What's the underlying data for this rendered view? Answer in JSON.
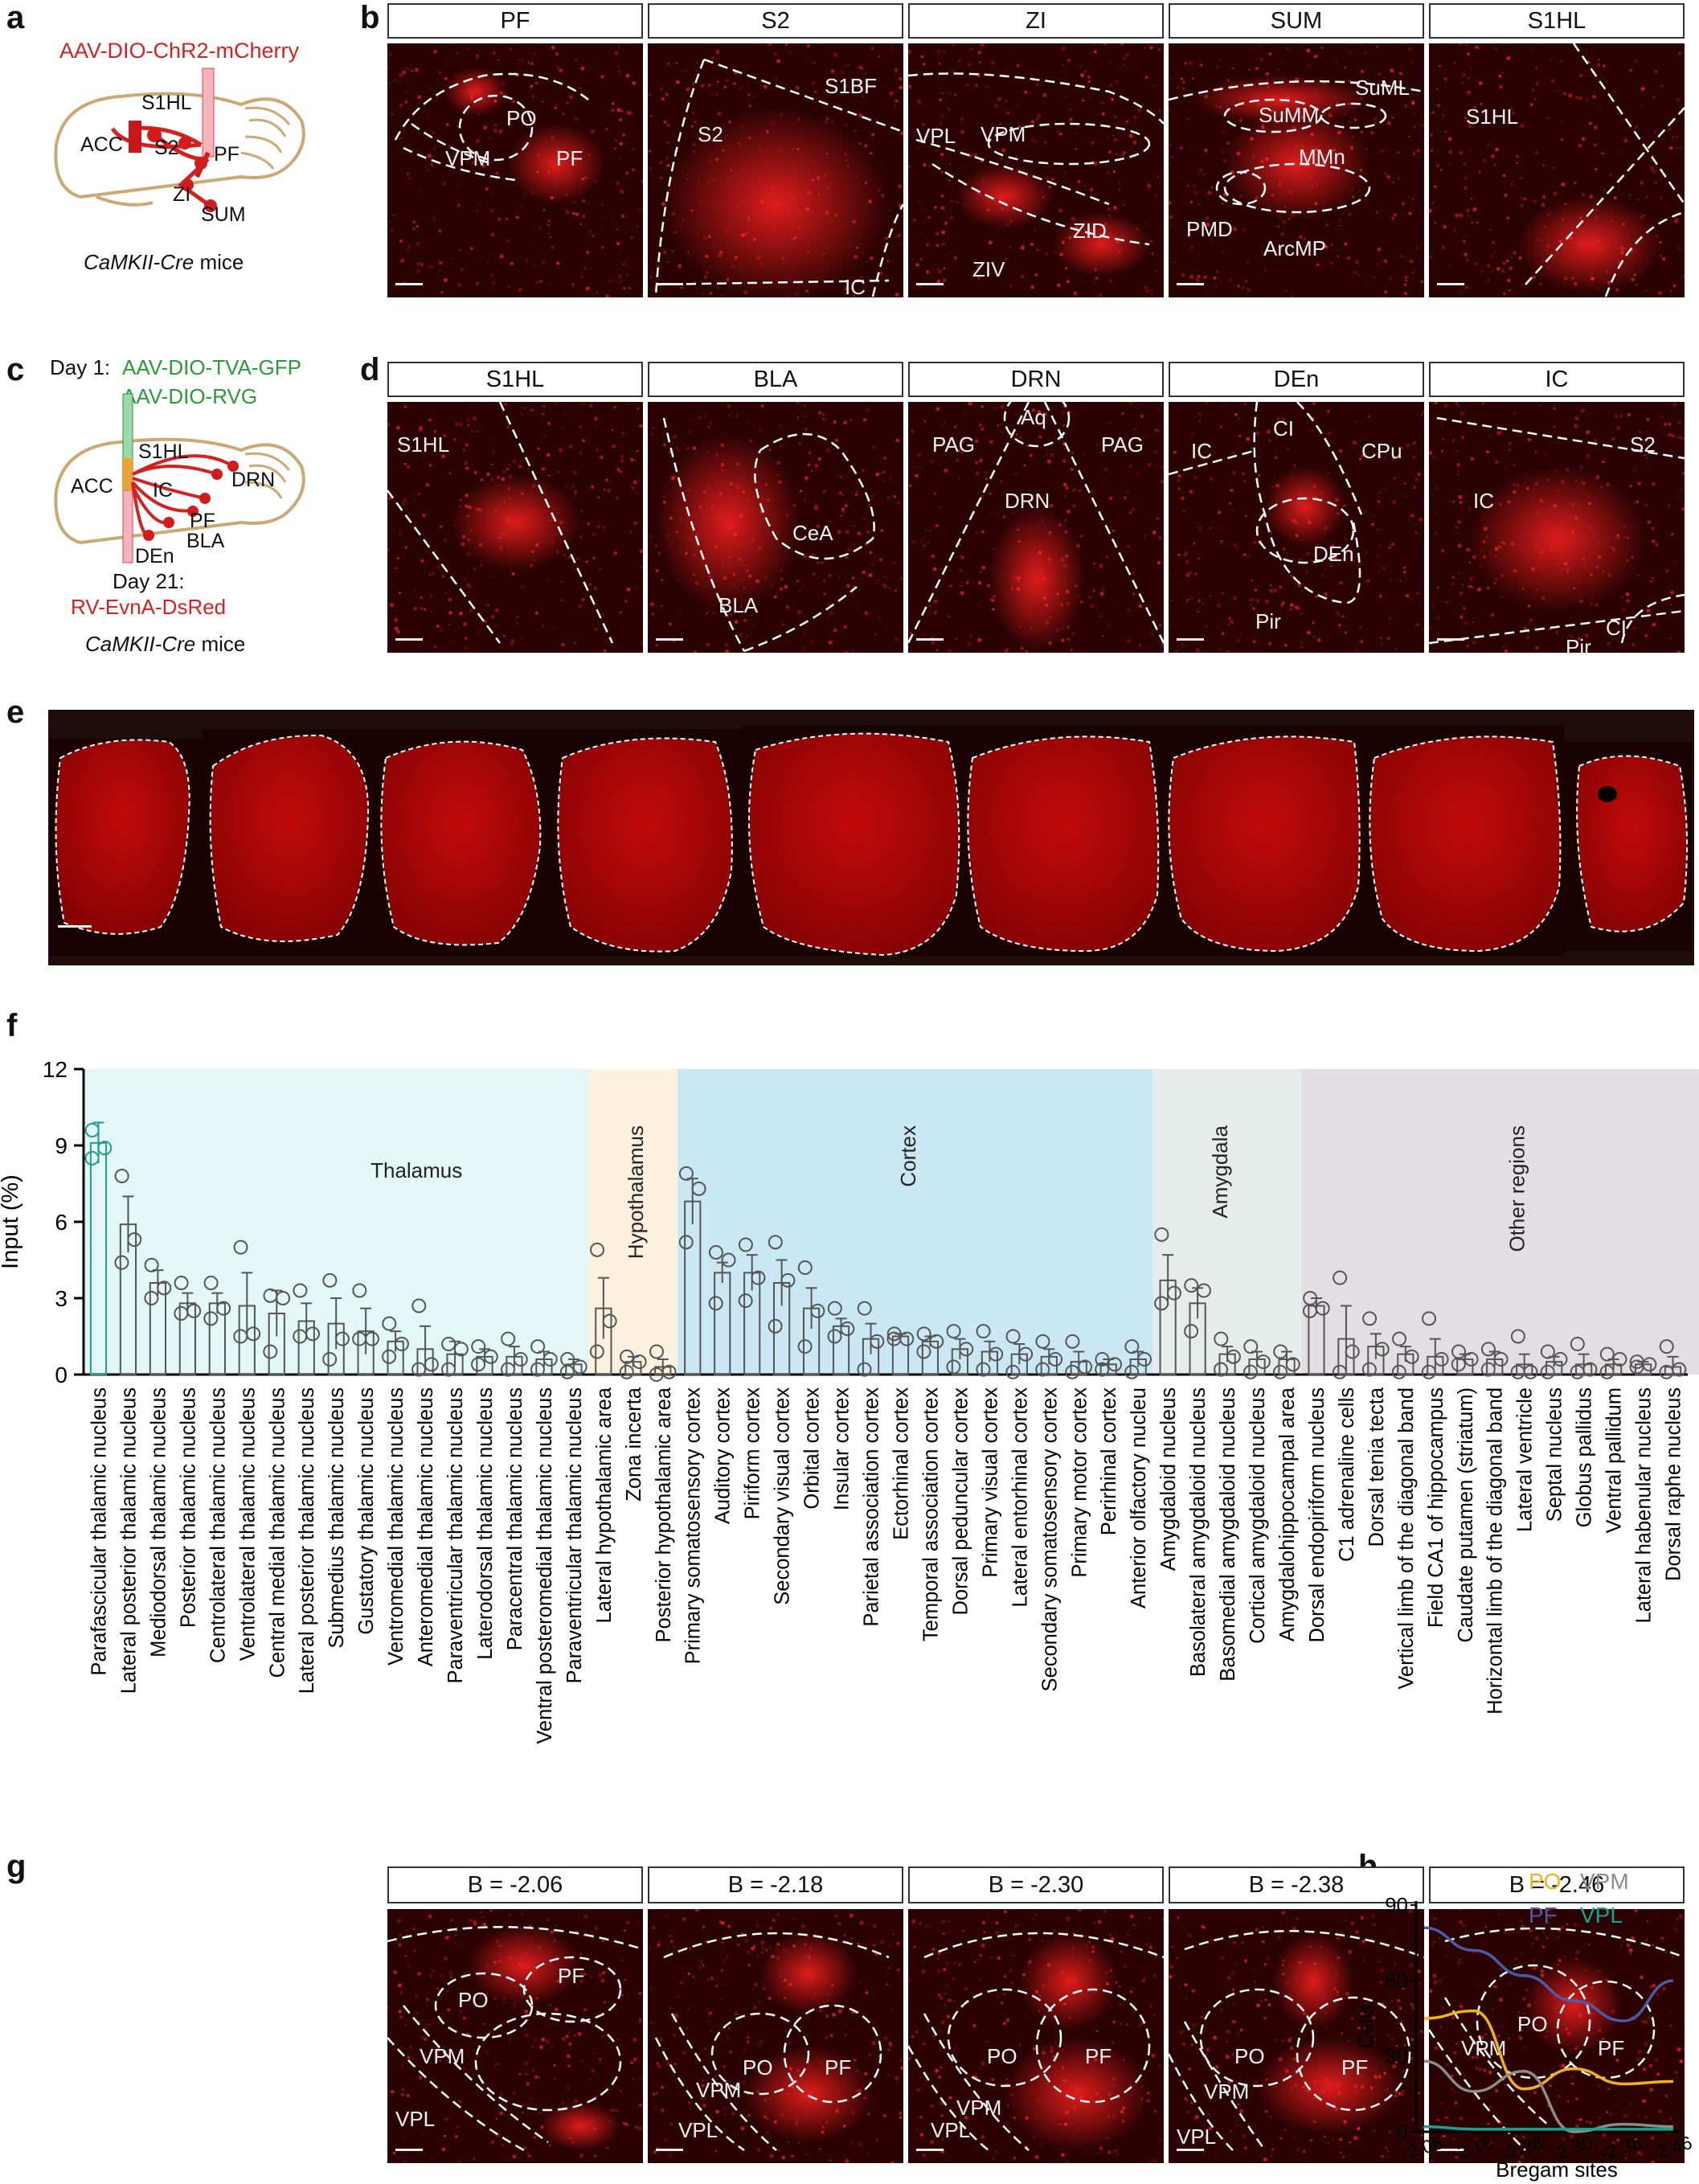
{
  "panel_letters": [
    "a",
    "b",
    "c",
    "d",
    "e",
    "f",
    "g",
    "h"
  ],
  "a": {
    "virus": "AAV-DIO-ChR2-mCherry",
    "regions": [
      "S1HL",
      "ACC",
      "S2",
      "PF",
      "ZI",
      "SUM"
    ],
    "mice_italic": "CaMKII-Cre",
    "mice_suffix": " mice"
  },
  "b": {
    "headers": [
      "PF",
      "S2",
      "ZI",
      "SUM",
      "S1HL"
    ],
    "labels": [
      [
        "PO",
        "VPM",
        "PF"
      ],
      [
        "S1BF",
        "S2",
        "IC"
      ],
      [
        "VPL",
        "VPM",
        "ZID",
        "ZIV"
      ],
      [
        "SuML",
        "SuMM",
        "MMn",
        "PMD",
        "ArcMP"
      ],
      [
        "S1HL"
      ]
    ]
  },
  "c": {
    "day1": "Day 1:",
    "virus1": "AAV-DIO-TVA-GFP",
    "virus2": "AAV-DIO-RVG",
    "regions": [
      "S1HL",
      "ACC",
      "IC",
      "DRN",
      "PF",
      "BLA",
      "DEn"
    ],
    "day21": "Day 21:",
    "virus3": "RV-EvnA-DsRed",
    "mice_italic": "CaMKII-Cre",
    "mice_suffix": " mice"
  },
  "d": {
    "headers": [
      "S1HL",
      "BLA",
      "DRN",
      "DEn",
      "IC"
    ],
    "labels": [
      [
        "S1HL"
      ],
      [
        "CeA",
        "BLA"
      ],
      [
        "Aq",
        "PAG",
        "PAG",
        "DRN"
      ],
      [
        "CI",
        "IC",
        "CPu",
        "DEn",
        "Pir"
      ],
      [
        "S2",
        "IC",
        "CI",
        "Pir"
      ]
    ]
  },
  "chart_data": [
    {
      "type": "bar",
      "ylabel": "Input (%)",
      "ylim": [
        0,
        12
      ],
      "yticks": [
        0,
        3,
        6,
        9,
        12
      ],
      "groups": [
        {
          "name": "Thalamus",
          "color": "#e3f8f6",
          "start": 0,
          "end": 16
        },
        {
          "name": "Hypothalamus",
          "color": "#fbf1de",
          "start": 17,
          "end": 19
        },
        {
          "name": "Cortex",
          "color": "#c9e8f4",
          "start": 20,
          "end": 35
        },
        {
          "name": "Amygdala",
          "color": "#e5ecea",
          "start": 36,
          "end": 40
        },
        {
          "name": "Other regions",
          "color": "#e3dde4",
          "start": 41,
          "end": 55
        }
      ],
      "categories": [
        "Parafascicular thalamic nucleus",
        "Lateral posterior thalamic nucleus",
        "Mediodorsal thalamic nucleus",
        "Posterior thalamic nucleus",
        "Centrolateral thalamic nucleus",
        "Ventrolateral thalamic nucleus",
        "Central medial thalamic nucleus",
        "Lateral posterior thalamic nucleus",
        "Submedius thalamic nucleus",
        "Gustatory thalamic nucleus",
        "Ventromedial thalamic nucleus",
        "Anteromedial thalamic nucleus",
        "Paraventricular thalamic nucleus",
        "Laterodorsal thalamic nucleus",
        "Paracentral thalamic nucleus",
        "Ventral posteromedial thalamic nucleus",
        "Paraventricular thalamic nucleus",
        "Lateral hypothalamic area",
        "Zona incerta",
        "Posterior hypothalamic area",
        "Primary somatosensory cortex",
        "Auditory cortex",
        "Piriform cortex",
        "Secondary visual cortex",
        "Orbital cortex",
        "Insular cortex",
        "Parietal association cortex",
        "Ectorhinal cortex",
        "Temporal association cortex",
        "Dorsal peduncular cortex",
        "Primary visual cortex",
        "Lateral entorhinal cortex",
        "Secondary somatosensory cortex",
        "Primary motor cortex",
        "Perirhinal cortex",
        "Anterior olfactory nucleu",
        "Amygdaloid nucleus",
        "Basolateral amygdaloid nucleus",
        "Basomedial amygdaloid nucleus",
        "Cortical amygdaloid nucleus",
        "Amygdalohippocampal area",
        "Dorsal endopiriform nucleus",
        "C1 adrenaline cells",
        "Dorsal tenia tecta",
        "Vertical limb of the diagonal band",
        "Field CA1 of hippocampus",
        "Caudate putamen (striatum)",
        "Horizontal limb of the diagonal band",
        "Lateral ventricle",
        "Septal nucleus",
        "Globus pallidus",
        "Ventral pallidum",
        "Lateral habenular nucleus",
        "Dorsal raphe nucleus"
      ],
      "values": [
        9.1,
        5.9,
        3.6,
        2.8,
        2.8,
        2.7,
        2.4,
        2.1,
        2.0,
        1.7,
        1.3,
        1.0,
        0.8,
        0.7,
        0.7,
        0.6,
        0.4,
        2.6,
        0.5,
        0.3,
        6.8,
        4.0,
        4.0,
        3.6,
        2.6,
        1.9,
        1.4,
        1.5,
        1.3,
        1.0,
        0.9,
        0.8,
        0.7,
        0.5,
        0.4,
        0.6,
        3.7,
        2.8,
        0.8,
        0.6,
        0.6,
        2.7,
        1.4,
        1.1,
        0.8,
        0.7,
        0.6,
        0.6,
        0.4,
        0.5,
        0.4,
        0.4,
        0.4,
        0.3
      ],
      "errors": [
        0.8,
        1.1,
        0.5,
        0.4,
        0.4,
        1.3,
        0.9,
        0.7,
        1.0,
        0.9,
        0.4,
        0.9,
        0.5,
        0.3,
        0.4,
        0.3,
        0.2,
        1.2,
        0.2,
        0.3,
        0.9,
        0.4,
        0.7,
        0.9,
        0.8,
        0.3,
        0.6,
        0.1,
        0.2,
        0.4,
        0.4,
        0.4,
        0.3,
        0.4,
        0.2,
        0.3,
        1.0,
        0.6,
        0.3,
        0.3,
        0.3,
        0.3,
        1.3,
        0.5,
        0.3,
        0.7,
        0.2,
        0.3,
        0.4,
        0.2,
        0.4,
        0.2,
        0.1,
        0.4
      ],
      "points": [
        [
          9.6,
          8.9,
          8.5
        ],
        [
          7.8,
          5.3,
          4.4
        ],
        [
          4.3,
          3.4,
          3.0
        ],
        [
          3.6,
          2.5,
          2.4
        ],
        [
          3.6,
          2.6,
          2.2
        ],
        [
          5.0,
          1.6,
          1.5
        ],
        [
          3.1,
          3.0,
          0.9
        ],
        [
          3.3,
          1.6,
          1.5
        ],
        [
          3.7,
          1.4,
          0.6
        ],
        [
          3.3,
          1.4,
          1.4
        ],
        [
          2.0,
          1.2,
          0.7
        ],
        [
          2.7,
          0.4,
          0.2
        ],
        [
          1.2,
          1.0,
          0.2
        ],
        [
          1.1,
          0.7,
          0.4
        ],
        [
          1.4,
          0.6,
          0.2
        ],
        [
          1.1,
          0.6,
          0.2
        ],
        [
          0.6,
          0.3,
          0.1
        ],
        [
          4.9,
          2.1,
          0.9
        ],
        [
          0.7,
          0.5,
          0.1
        ],
        [
          0.9,
          0.1,
          0.0
        ],
        [
          7.9,
          7.3,
          5.2
        ],
        [
          4.8,
          4.5,
          2.8
        ],
        [
          5.1,
          3.8,
          2.9
        ],
        [
          5.2,
          3.7,
          1.9
        ],
        [
          4.2,
          2.5,
          1.1
        ],
        [
          2.6,
          1.8,
          1.5
        ],
        [
          2.6,
          1.3,
          0.2
        ],
        [
          1.6,
          1.4,
          1.4
        ],
        [
          1.6,
          1.3,
          0.9
        ],
        [
          1.7,
          1.0,
          0.3
        ],
        [
          1.7,
          0.8,
          0.2
        ],
        [
          1.5,
          0.8,
          0.1
        ],
        [
          1.3,
          0.6,
          0.2
        ],
        [
          1.3,
          0.3,
          0.1
        ],
        [
          0.6,
          0.4,
          0.2
        ],
        [
          1.1,
          0.6,
          0.1
        ],
        [
          5.5,
          3.2,
          2.8
        ],
        [
          3.5,
          3.3,
          1.7
        ],
        [
          1.4,
          0.7,
          0.2
        ],
        [
          1.1,
          0.5,
          0.1
        ],
        [
          0.9,
          0.4,
          0.1
        ],
        [
          3.0,
          2.6,
          2.5
        ],
        [
          3.8,
          0.9,
          0.1
        ],
        [
          2.2,
          1.0,
          0.2
        ],
        [
          1.4,
          0.7,
          0.1
        ],
        [
          2.2,
          0.6,
          0.1
        ],
        [
          0.9,
          0.6,
          0.4
        ],
        [
          1.0,
          0.6,
          0.2
        ],
        [
          1.5,
          0.1,
          0.1
        ],
        [
          0.9,
          0.6,
          0.1
        ],
        [
          1.2,
          0.2,
          0.1
        ],
        [
          0.8,
          0.6,
          0.1
        ],
        [
          0.5,
          0.4,
          0.3
        ],
        [
          1.1,
          0.2,
          0.1
        ]
      ]
    },
    {
      "type": "line",
      "ylabel": "Cells",
      "xlabel": "Bregam sites",
      "x": [
        "-2.06",
        "-2.18",
        "-2.28",
        "-2.30",
        "-2.38",
        "-2.46"
      ],
      "ylim": [
        0,
        90
      ],
      "yticks": [
        0,
        30,
        60,
        90
      ],
      "series": [
        {
          "name": "PO",
          "color": "#f2b219",
          "values": [
            45,
            48,
            17,
            25,
            19,
            20
          ]
        },
        {
          "name": "VPM",
          "color": "#8c8c8c",
          "values": [
            28,
            16,
            24,
            0,
            3,
            2
          ]
        },
        {
          "name": "PF",
          "color": "#4d5aa8",
          "values": [
            81,
            72,
            62,
            52,
            44,
            60
          ]
        },
        {
          "name": "VPL",
          "color": "#19a393",
          "values": [
            2,
            1,
            1,
            1,
            1,
            1
          ]
        }
      ]
    }
  ],
  "g": {
    "headers": [
      "B = -2.06",
      "B = -2.18",
      "B = -2.30",
      "B = -2.38",
      "B = -2.46"
    ],
    "labels": [
      [
        "PO",
        "PF",
        "VPM",
        "VPL"
      ],
      [
        "PO",
        "PF",
        "VPM",
        "VPL"
      ],
      [
        "PO",
        "PF",
        "VPM",
        "VPL"
      ],
      [
        "PO",
        "PF",
        "VPM",
        "VPL"
      ],
      [
        "PO",
        "PF",
        "VPM"
      ]
    ]
  },
  "colors": {
    "tissue": "#b30606",
    "mcherry": "#ff1e1e",
    "green": "#2a9a3b",
    "red_text": "#d42222"
  }
}
